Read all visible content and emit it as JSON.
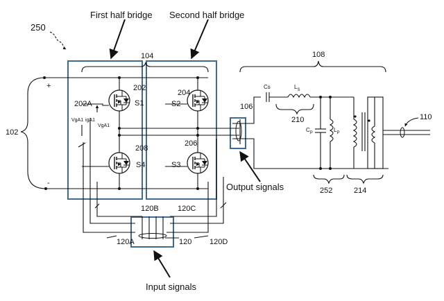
{
  "labels": {
    "fig": "250",
    "first_half_bridge": "First half bridge",
    "second_half_bridge": "Second half bridge",
    "n104": "104",
    "n108": "108",
    "n102": "102",
    "plus": "+",
    "minus": "-",
    "n202": "202",
    "s1": "S1",
    "n202a": "202A",
    "vga1_a": "VgA1",
    "iga1": "igA1",
    "vga1_b": "VgA1",
    "n208": "208",
    "s4": "S4",
    "n204": "204",
    "s2": "S2",
    "n206": "206",
    "s3": "S3",
    "n106": "106",
    "output_signals": "Output signals",
    "cs": "Cs",
    "ls": "L",
    "ls_sub": "S",
    "n210": "210",
    "cp": "C",
    "cp_sub": "P",
    "lp": "L",
    "lp_sub": "P",
    "n252": "252",
    "n214": "214",
    "n110": "110",
    "n120b": "120B",
    "n120c": "120C",
    "n120a": "120A",
    "n120": "120",
    "n120d": "120D",
    "input_signals": "Input signals"
  }
}
